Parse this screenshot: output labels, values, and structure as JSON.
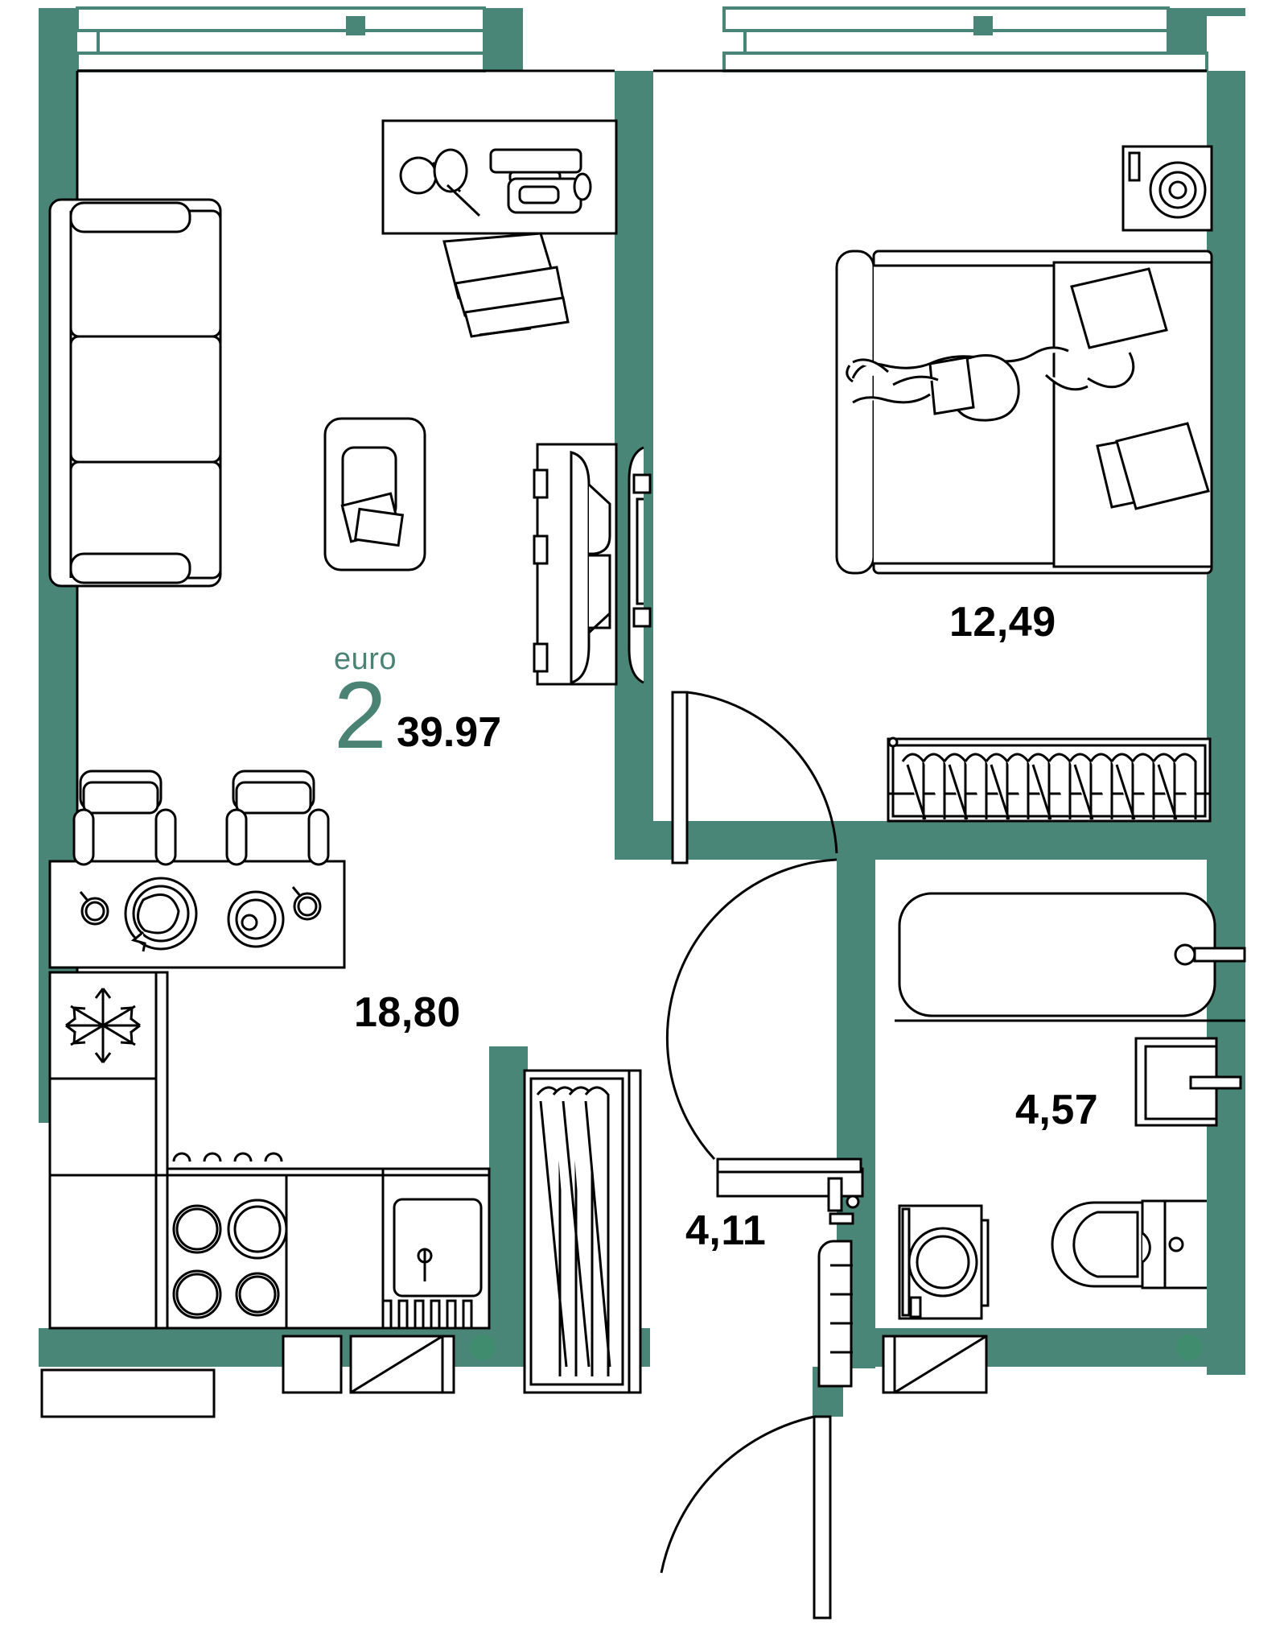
{
  "plan": {
    "badge": {
      "type_label": "euro",
      "room_count": "2",
      "total_area": "39.97"
    },
    "rooms": [
      {
        "name": "living-kitchen",
        "area": "18,80"
      },
      {
        "name": "bedroom",
        "area": "12,49"
      },
      {
        "name": "bathroom",
        "area": "4,57"
      },
      {
        "name": "hallway",
        "area": "4,11"
      }
    ],
    "colors": {
      "wall": "#4a8678",
      "accent": "#4a8274",
      "outline": "#000000",
      "background": "#ffffff",
      "socket": "#3f8c6e"
    },
    "furniture": [
      "sofa",
      "armchair",
      "desk",
      "desk-chair",
      "tv-unit",
      "tv",
      "dining-table",
      "dining-chair-left",
      "dining-chair-right",
      "refrigerator",
      "stove",
      "sink",
      "kitchen-counter",
      "bed",
      "bedside-lamp",
      "wardrobe",
      "wardrobe-hallway",
      "bathtub",
      "washbasin",
      "toilet",
      "washing-machine",
      "radiator-shelf"
    ],
    "openings": [
      "window-living-room",
      "window-bedroom",
      "door-bedroom",
      "door-bathroom",
      "door-entry",
      "door-hallway"
    ]
  }
}
